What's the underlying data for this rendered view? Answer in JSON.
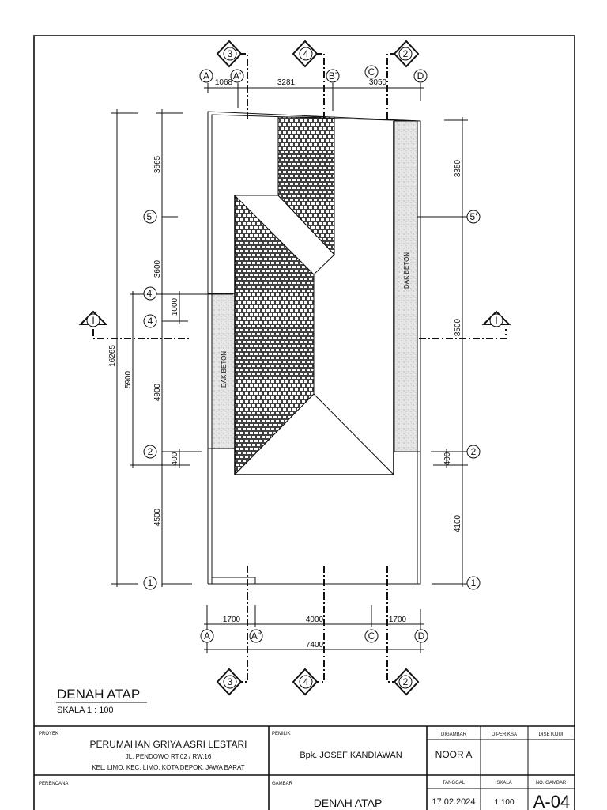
{
  "drawing": {
    "title": "DENAH ATAP",
    "scale": "SKALA 1 : 100",
    "dak_beton_left": "DAK BETON",
    "dak_beton_right": "DAK BETON",
    "top_grid": [
      "A",
      "A'",
      "B'",
      "C",
      "D"
    ],
    "top_dims": [
      "1068",
      "3281",
      "3050"
    ],
    "bottom_grid": [
      "A",
      "A''",
      "C",
      "D"
    ],
    "bottom_dims": [
      "1700",
      "4000",
      "1700"
    ],
    "bottom_total": "7400",
    "left_grid": [
      "5'",
      "4'",
      "4",
      "2",
      "1"
    ],
    "left_dims": [
      "3665",
      "3600",
      "4900",
      "4500"
    ],
    "left_sub_dims": [
      "1000",
      "400"
    ],
    "left_overall": "5900",
    "left_total": "16265",
    "right_grid": [
      "5'",
      "2",
      "1"
    ],
    "right_dims": [
      "3350",
      "8500",
      "4100"
    ],
    "right_sub_dim": "400",
    "section_marks": [
      "3",
      "4",
      "2",
      "I"
    ]
  },
  "title_block": {
    "proyek_label": "PROYEK",
    "project_name": "PERUMAHAN GRIYA ASRI LESTARI",
    "address_1": "JL. PENDOWO RT.02 / RW.16",
    "address_2": "KEL. LIMO, KEC. LIMO, KOTA DEPOK, JAWA BARAT",
    "pemilik_label": "PEMILIK",
    "owner": "Bpk. JOSEF KANDIAWAN",
    "digambar_label": "DIGAMBAR",
    "diperiksa_label": "DIPERIKSA",
    "disetujui_label": "DISETUJUI",
    "drawn_by": "NOOR A",
    "perencana_label": "PERENCANA",
    "gambar_label": "GAMBAR",
    "drawing_name": "DENAH ATAP",
    "tanggal_label": "TANGGAL",
    "skala_label": "SKALA",
    "no_gambar_label": "NO. GAMBAR",
    "date": "17.02.2024",
    "scale": "1:100",
    "sheet_no": "A-04"
  }
}
